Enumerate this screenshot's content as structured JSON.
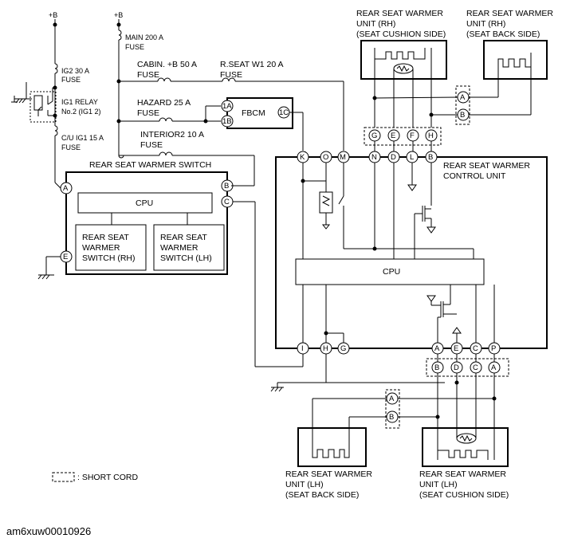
{
  "supply": {
    "b1": "+B",
    "b2": "+B"
  },
  "fuses": {
    "main": [
      "MAIN 200 A",
      "FUSE"
    ],
    "ig2": [
      "IG2 30 A",
      "FUSE"
    ],
    "cabin": [
      "CABIN. +B 50 A",
      "FUSE"
    ],
    "rseat": [
      "R.SEAT W1 20 A",
      "FUSE"
    ],
    "hazard": [
      "HAZARD 25 A",
      "FUSE"
    ],
    "interior2": [
      "INTERIOR2 10 A",
      "FUSE"
    ],
    "cuig1": [
      "C/U IG1 15 A",
      "FUSE"
    ]
  },
  "relay": [
    "IG1 RELAY",
    "No.2 (IG1 2)"
  ],
  "fbcm": "FBCM",
  "switch_unit": {
    "title": "REAR SEAT WARMER SWITCH",
    "cpu": "CPU",
    "rh": [
      "REAR SEAT",
      "WARMER",
      "SWITCH (RH)"
    ],
    "lh": [
      "REAR SEAT",
      "WARMER",
      "SWITCH (LH)"
    ]
  },
  "control_unit": {
    "title": [
      "REAR SEAT WARMER",
      "CONTROL UNIT"
    ],
    "cpu": "CPU"
  },
  "heaters": {
    "rh_cushion": [
      "REAR SEAT WARMER",
      "UNIT (RH)",
      "(SEAT CUSHION SIDE)"
    ],
    "rh_back": [
      "REAR SEAT WARMER",
      "UNIT (RH)",
      "(SEAT BACK SIDE)"
    ],
    "lh_back": [
      "REAR SEAT WARMER",
      "UNIT (LH)",
      "(SEAT BACK SIDE)"
    ],
    "lh_cushion": [
      "REAR SEAT WARMER",
      "UNIT (LH)",
      "(SEAT CUSHION SIDE)"
    ]
  },
  "pins": {
    "sw_a": "A",
    "sw_b": "B",
    "sw_c": "C",
    "sw_e": "E",
    "fb_1a": "1A",
    "fb_1b": "1B",
    "fb_1c": "1C",
    "cu_k": "K",
    "cu_o": "O",
    "cu_m": "M",
    "cu_n": "N",
    "cu_d": "D",
    "cu_l": "L",
    "cu_b": "B",
    "cu_i": "I",
    "cu_h": "H",
    "cu_g": "G",
    "cu_a": "A",
    "cu_e": "E",
    "cu_c": "C",
    "cu_p": "P",
    "rh_g": "G",
    "rh_e": "E",
    "rh_f": "F",
    "rh_h": "H",
    "rhb_a": "A",
    "rhb_b": "B",
    "lh_b": "B",
    "lh_d": "D",
    "lh_c": "C",
    "lh_a": "A",
    "lhb_a": "A",
    "lhb_b": "B"
  },
  "legend": ": SHORT CORD",
  "caption": "am6xuw00010926"
}
